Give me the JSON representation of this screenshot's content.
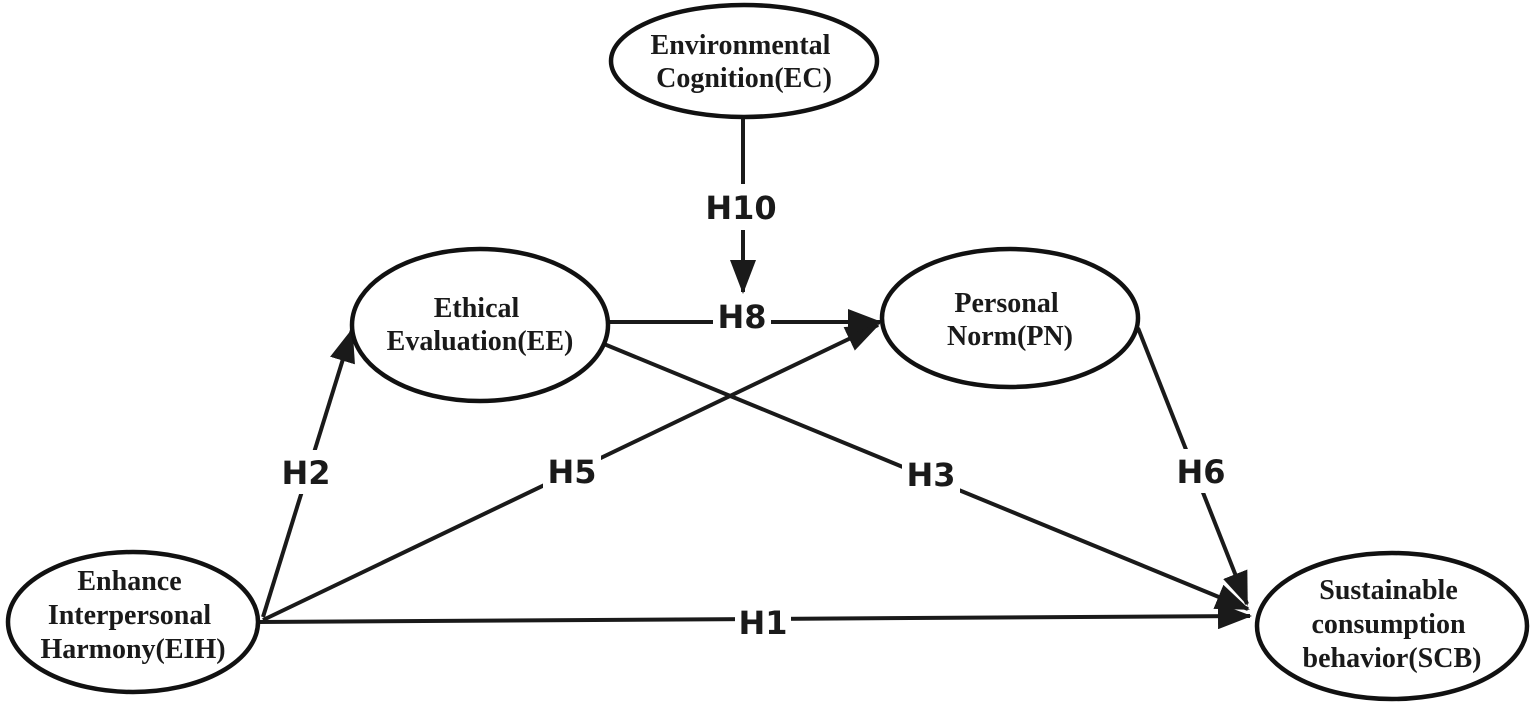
{
  "diagram": {
    "type": "sem-path-model",
    "colors": {
      "background": "#ffffff",
      "stroke": "#1a1a1a",
      "node_fill": "#ffffff",
      "text": "#1a1a1a"
    },
    "nodes": [
      {
        "id": "EC",
        "name": "Environmental Cognition",
        "lines": [
          "Environmental",
          "Cognition(EC)"
        ]
      },
      {
        "id": "EE",
        "name": "Ethical Evaluation",
        "lines": [
          "Ethical",
          "Evaluation(EE)"
        ]
      },
      {
        "id": "PN",
        "name": "Personal Norm",
        "lines": [
          "Personal",
          "Norm(PN)"
        ]
      },
      {
        "id": "EIH",
        "name": "Enhance Interpersonal Harmony",
        "lines": [
          "Enhance",
          "Interpersonal",
          "Harmony(EIH)"
        ]
      },
      {
        "id": "SCB",
        "name": "Sustainable consumption behavior",
        "lines": [
          "Sustainable",
          "consumption",
          "behavior(SCB)"
        ]
      }
    ],
    "edges": [
      {
        "label": "H1",
        "from": "EIH",
        "to": "SCB"
      },
      {
        "label": "H2",
        "from": "EIH",
        "to": "EE"
      },
      {
        "label": "H3",
        "from": "EE",
        "to": "SCB"
      },
      {
        "label": "H5",
        "from": "EIH",
        "to": "PN"
      },
      {
        "label": "H6",
        "from": "PN",
        "to": "SCB"
      },
      {
        "label": "H8",
        "from": "EE",
        "to": "PN"
      },
      {
        "label": "H10",
        "from": "EC",
        "to": "H8-path (moderation)"
      }
    ]
  }
}
